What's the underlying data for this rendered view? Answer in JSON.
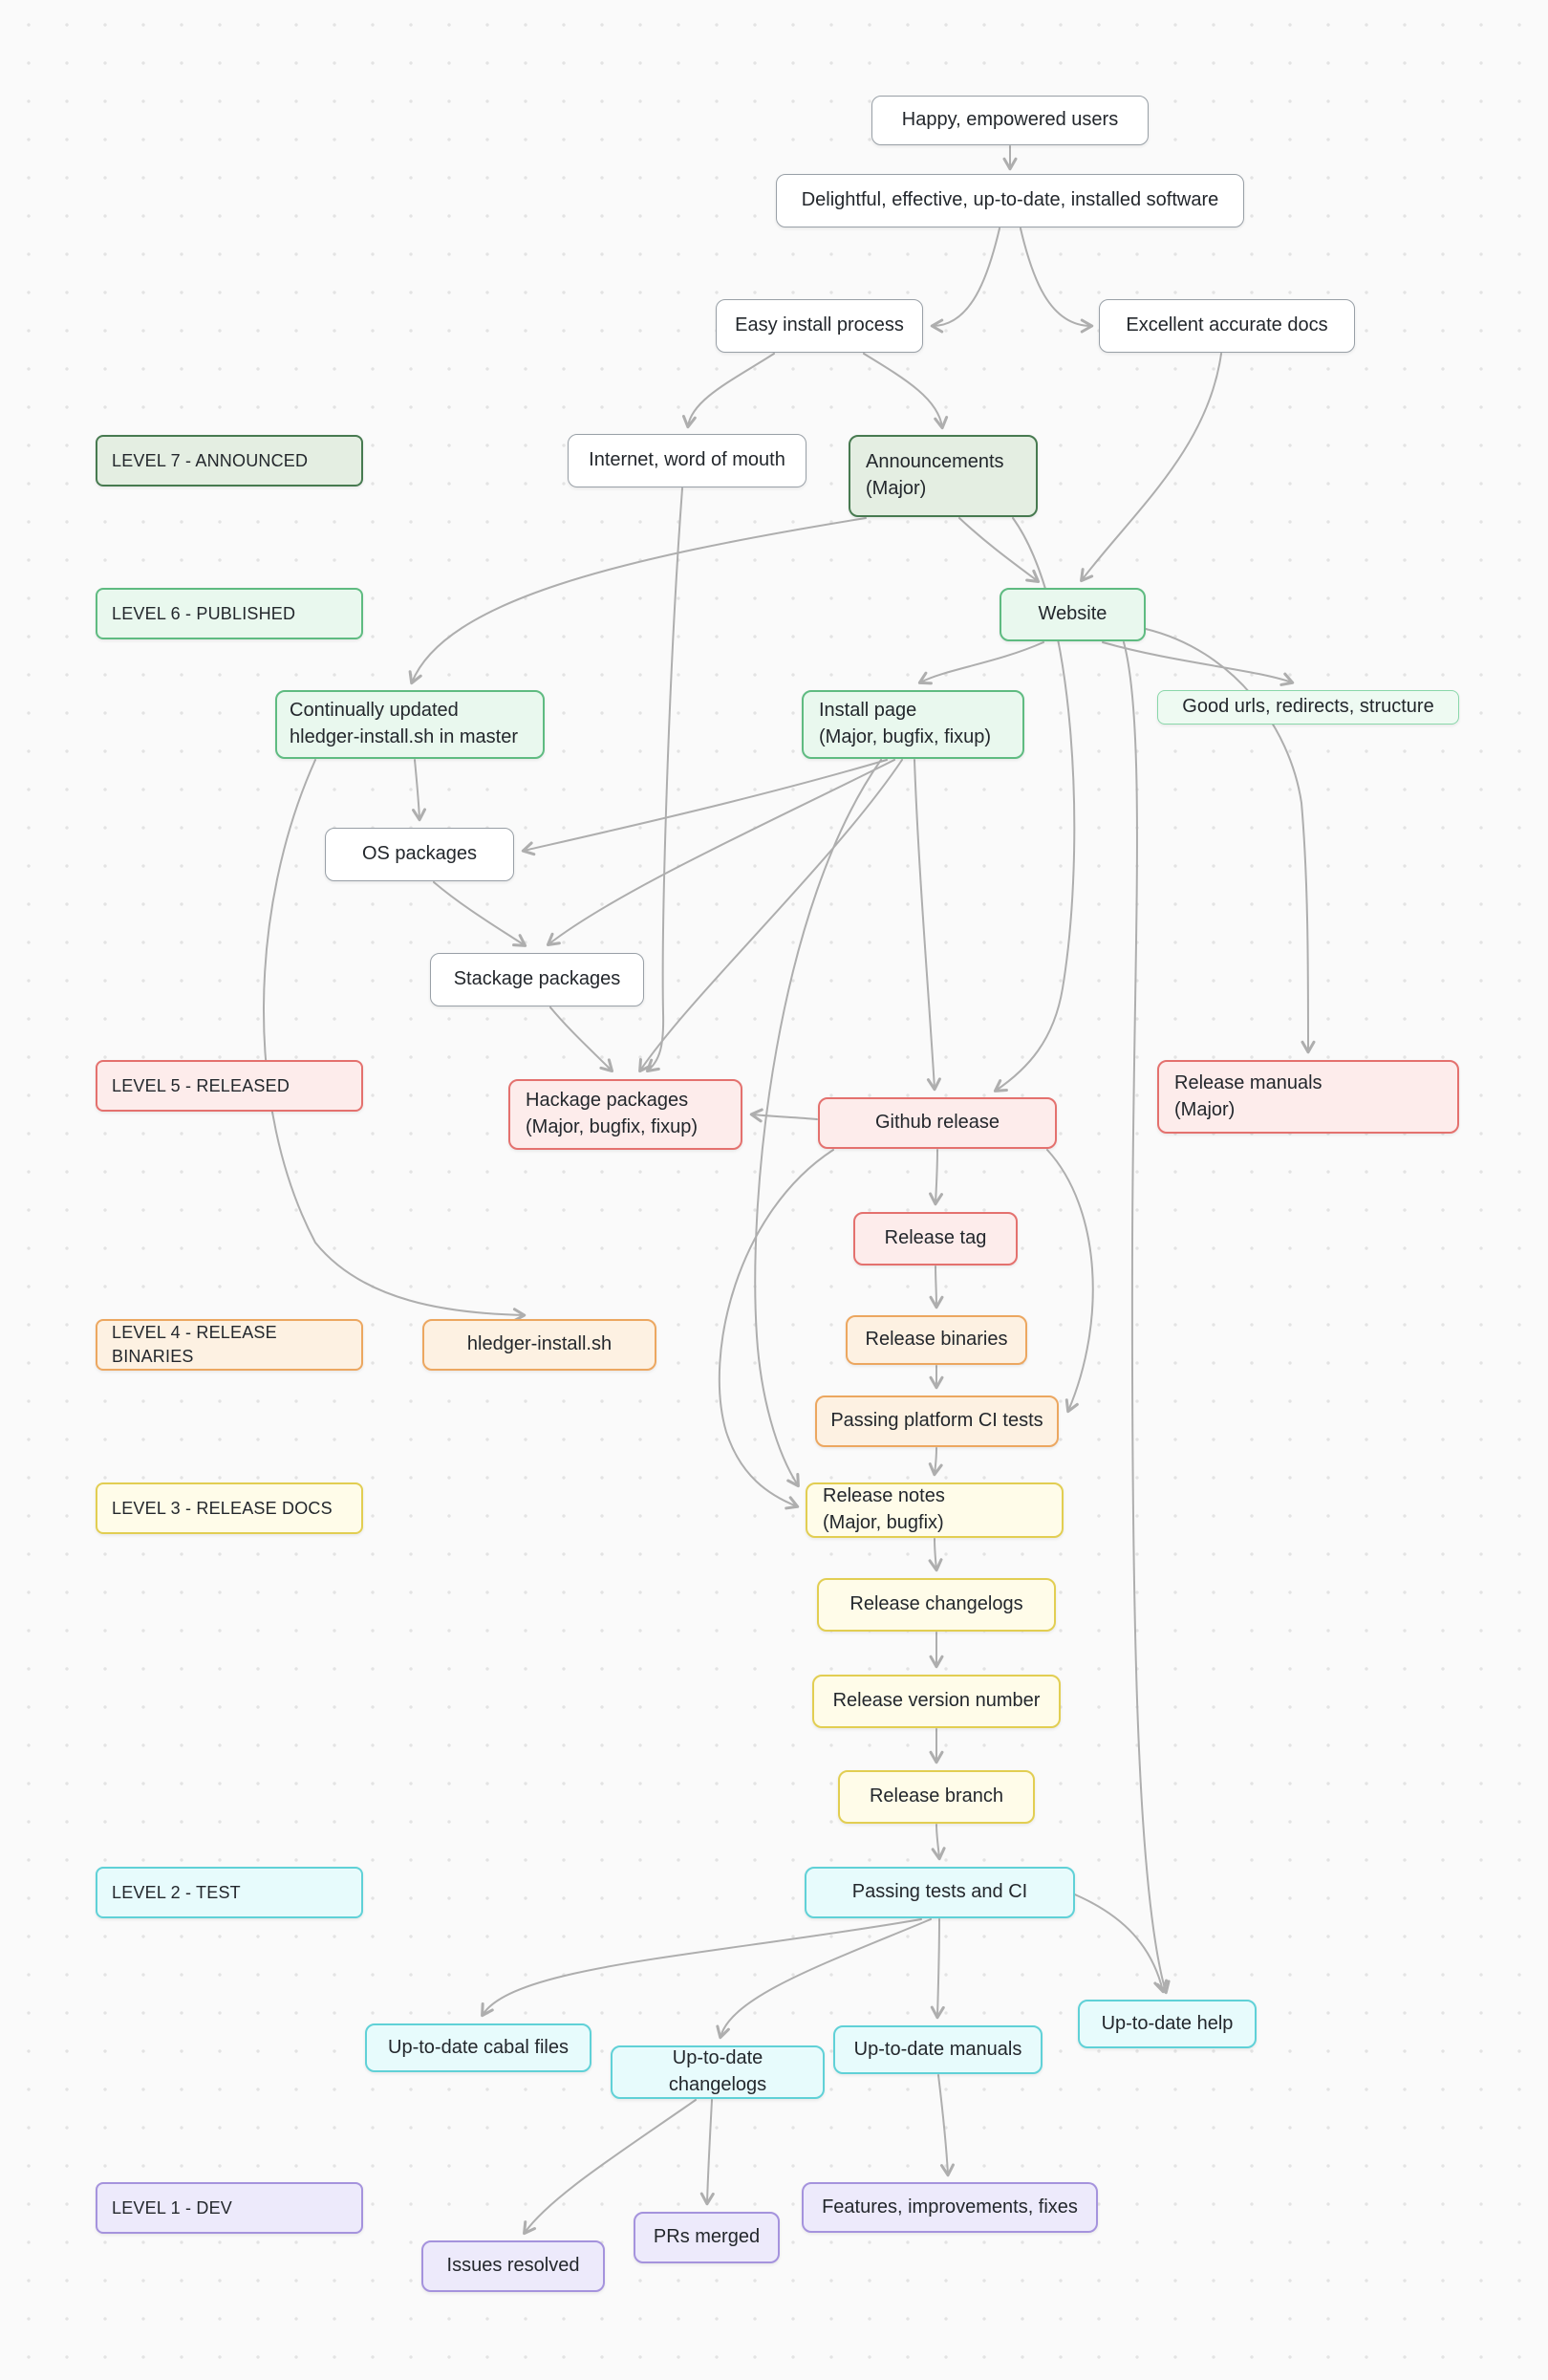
{
  "palette": {
    "background": "#fafafa",
    "grid_dot": "#e3e3e3",
    "edge": "#aeaeae",
    "white_node_border": "#99a0a7",
    "level7_green_dark": "#477a50",
    "level6_green": "#5fbb81",
    "level5_red": "#e4716e",
    "level4_orange": "#eca760",
    "level3_yellow": "#e2ce52",
    "level2_cyan": "#60d1d7",
    "level1_purple": "#a593dd"
  },
  "levels": {
    "l7": {
      "label": "LEVEL 7 - ANNOUNCED"
    },
    "l6": {
      "label": "LEVEL 6 - PUBLISHED"
    },
    "l5": {
      "label": "LEVEL 5 - RELEASED"
    },
    "l4": {
      "label": "LEVEL 4 - RELEASE BINARIES"
    },
    "l3": {
      "label": "LEVEL 3 - RELEASE DOCS"
    },
    "l2": {
      "label": "LEVEL 2 - TEST"
    },
    "l1": {
      "label": "LEVEL 1 - DEV"
    }
  },
  "nodes": {
    "happy": {
      "label": "Happy, empowered users"
    },
    "delightful": {
      "label": "Delightful, effective, up-to-date, installed software"
    },
    "easy_install": {
      "label": "Easy install process"
    },
    "excellent_docs": {
      "label": "Excellent accurate docs"
    },
    "internet": {
      "label": "Internet, word of mouth"
    },
    "announcements": {
      "label": "Announcements\n(Major)"
    },
    "website": {
      "label": "Website"
    },
    "continually": {
      "label": "Continually updated\nhledger-install.sh in master"
    },
    "install_page": {
      "label": "Install page\n(Major, bugfix, fixup)"
    },
    "good_urls": {
      "label": "Good urls, redirects, structure"
    },
    "os_packages": {
      "label": "OS packages"
    },
    "stackage": {
      "label": "Stackage packages"
    },
    "hackage": {
      "label": "Hackage packages\n(Major, bugfix, fixup)"
    },
    "github_release": {
      "label": "Github release"
    },
    "release_manuals": {
      "label": "Release manuals\n(Major)"
    },
    "release_tag": {
      "label": "Release tag"
    },
    "hledger_install": {
      "label": "hledger-install.sh"
    },
    "release_binaries": {
      "label": "Release binaries"
    },
    "passing_platform": {
      "label": "Passing platform CI tests"
    },
    "release_notes": {
      "label": "Release notes\n(Major, bugfix)"
    },
    "release_changelogs": {
      "label": "Release changelogs"
    },
    "release_version": {
      "label": "Release version number"
    },
    "release_branch": {
      "label": "Release branch"
    },
    "passing_tests": {
      "label": "Passing tests and CI"
    },
    "cabal_files": {
      "label": "Up-to-date cabal files"
    },
    "up_changelogs": {
      "label": "Up-to-date changelogs"
    },
    "up_manuals": {
      "label": "Up-to-date manuals"
    },
    "up_help": {
      "label": "Up-to-date help"
    },
    "features": {
      "label": "Features, improvements, fixes"
    },
    "prs_merged": {
      "label": "PRs merged"
    },
    "issues_resolved": {
      "label": "Issues resolved"
    }
  },
  "edges": [
    {
      "from": "happy",
      "to": "delightful"
    },
    {
      "from": "delightful",
      "to": "easy_install"
    },
    {
      "from": "delightful",
      "to": "excellent_docs"
    },
    {
      "from": "easy_install",
      "to": "internet"
    },
    {
      "from": "easy_install",
      "to": "announcements"
    },
    {
      "from": "excellent_docs",
      "to": "website"
    },
    {
      "from": "announcements",
      "to": "website"
    },
    {
      "from": "announcements",
      "to": "continually"
    },
    {
      "from": "website",
      "to": "install_page"
    },
    {
      "from": "website",
      "to": "good_urls"
    },
    {
      "from": "website",
      "to": "release_manuals"
    },
    {
      "from": "continually",
      "to": "hledger_install"
    },
    {
      "from": "install_page",
      "to": "os_packages"
    },
    {
      "from": "install_page",
      "to": "stackage"
    },
    {
      "from": "install_page",
      "to": "hackage"
    },
    {
      "from": "install_page",
      "to": "github_release"
    },
    {
      "from": "os_packages",
      "to": "stackage"
    },
    {
      "from": "stackage",
      "to": "hackage"
    },
    {
      "from": "continually",
      "to": "os_packages"
    },
    {
      "from": "github_release",
      "to": "release_tag"
    },
    {
      "from": "release_tag",
      "to": "release_binaries"
    },
    {
      "from": "release_binaries",
      "to": "passing_platform"
    },
    {
      "from": "passing_platform",
      "to": "release_notes"
    },
    {
      "from": "release_notes",
      "to": "release_changelogs"
    },
    {
      "from": "release_changelogs",
      "to": "release_version"
    },
    {
      "from": "release_version",
      "to": "release_branch"
    },
    {
      "from": "release_branch",
      "to": "passing_tests"
    },
    {
      "from": "passing_tests",
      "to": "cabal_files"
    },
    {
      "from": "passing_tests",
      "to": "up_changelogs"
    },
    {
      "from": "passing_tests",
      "to": "up_manuals"
    },
    {
      "from": "website",
      "to": "up_help"
    },
    {
      "from": "announcements",
      "to": "github_release"
    },
    {
      "from": "github_release",
      "to": "release_notes"
    },
    {
      "from": "install_page",
      "to": "release_notes"
    },
    {
      "from": "github_release",
      "to": "passing_platform"
    },
    {
      "from": "passing_tests",
      "to": "up_help"
    },
    {
      "from": "up_changelogs",
      "to": "issues_resolved"
    },
    {
      "from": "up_changelogs",
      "to": "prs_merged"
    },
    {
      "from": "up_manuals",
      "to": "features"
    },
    {
      "from": "github_release",
      "to": "hackage"
    },
    {
      "from": "internet",
      "to": "hackage"
    }
  ]
}
